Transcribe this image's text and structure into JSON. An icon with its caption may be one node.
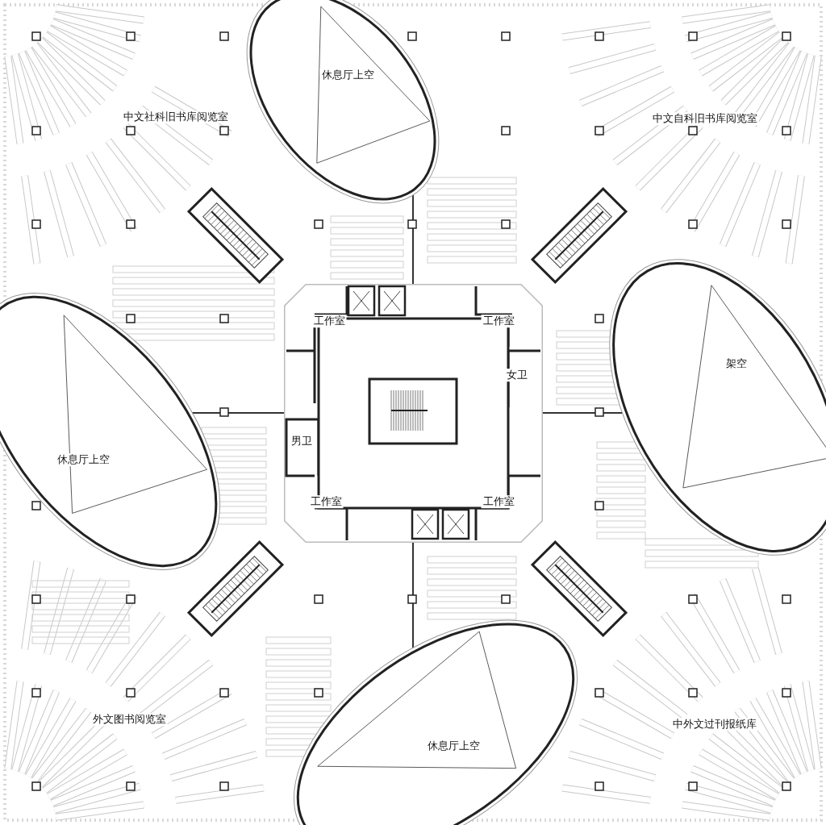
{
  "diagram": {
    "labels": [
      "休息厅上空",
      "中文社科旧书库阅览室",
      "中文自科旧书库阅览室",
      "工作室",
      "工作室",
      "架空",
      "女卫",
      "男卫",
      "休息厅上空",
      "工作室",
      "工作室",
      "外文图书阅览室",
      "中外文过刊报纸库",
      "休息厅上空"
    ]
  }
}
